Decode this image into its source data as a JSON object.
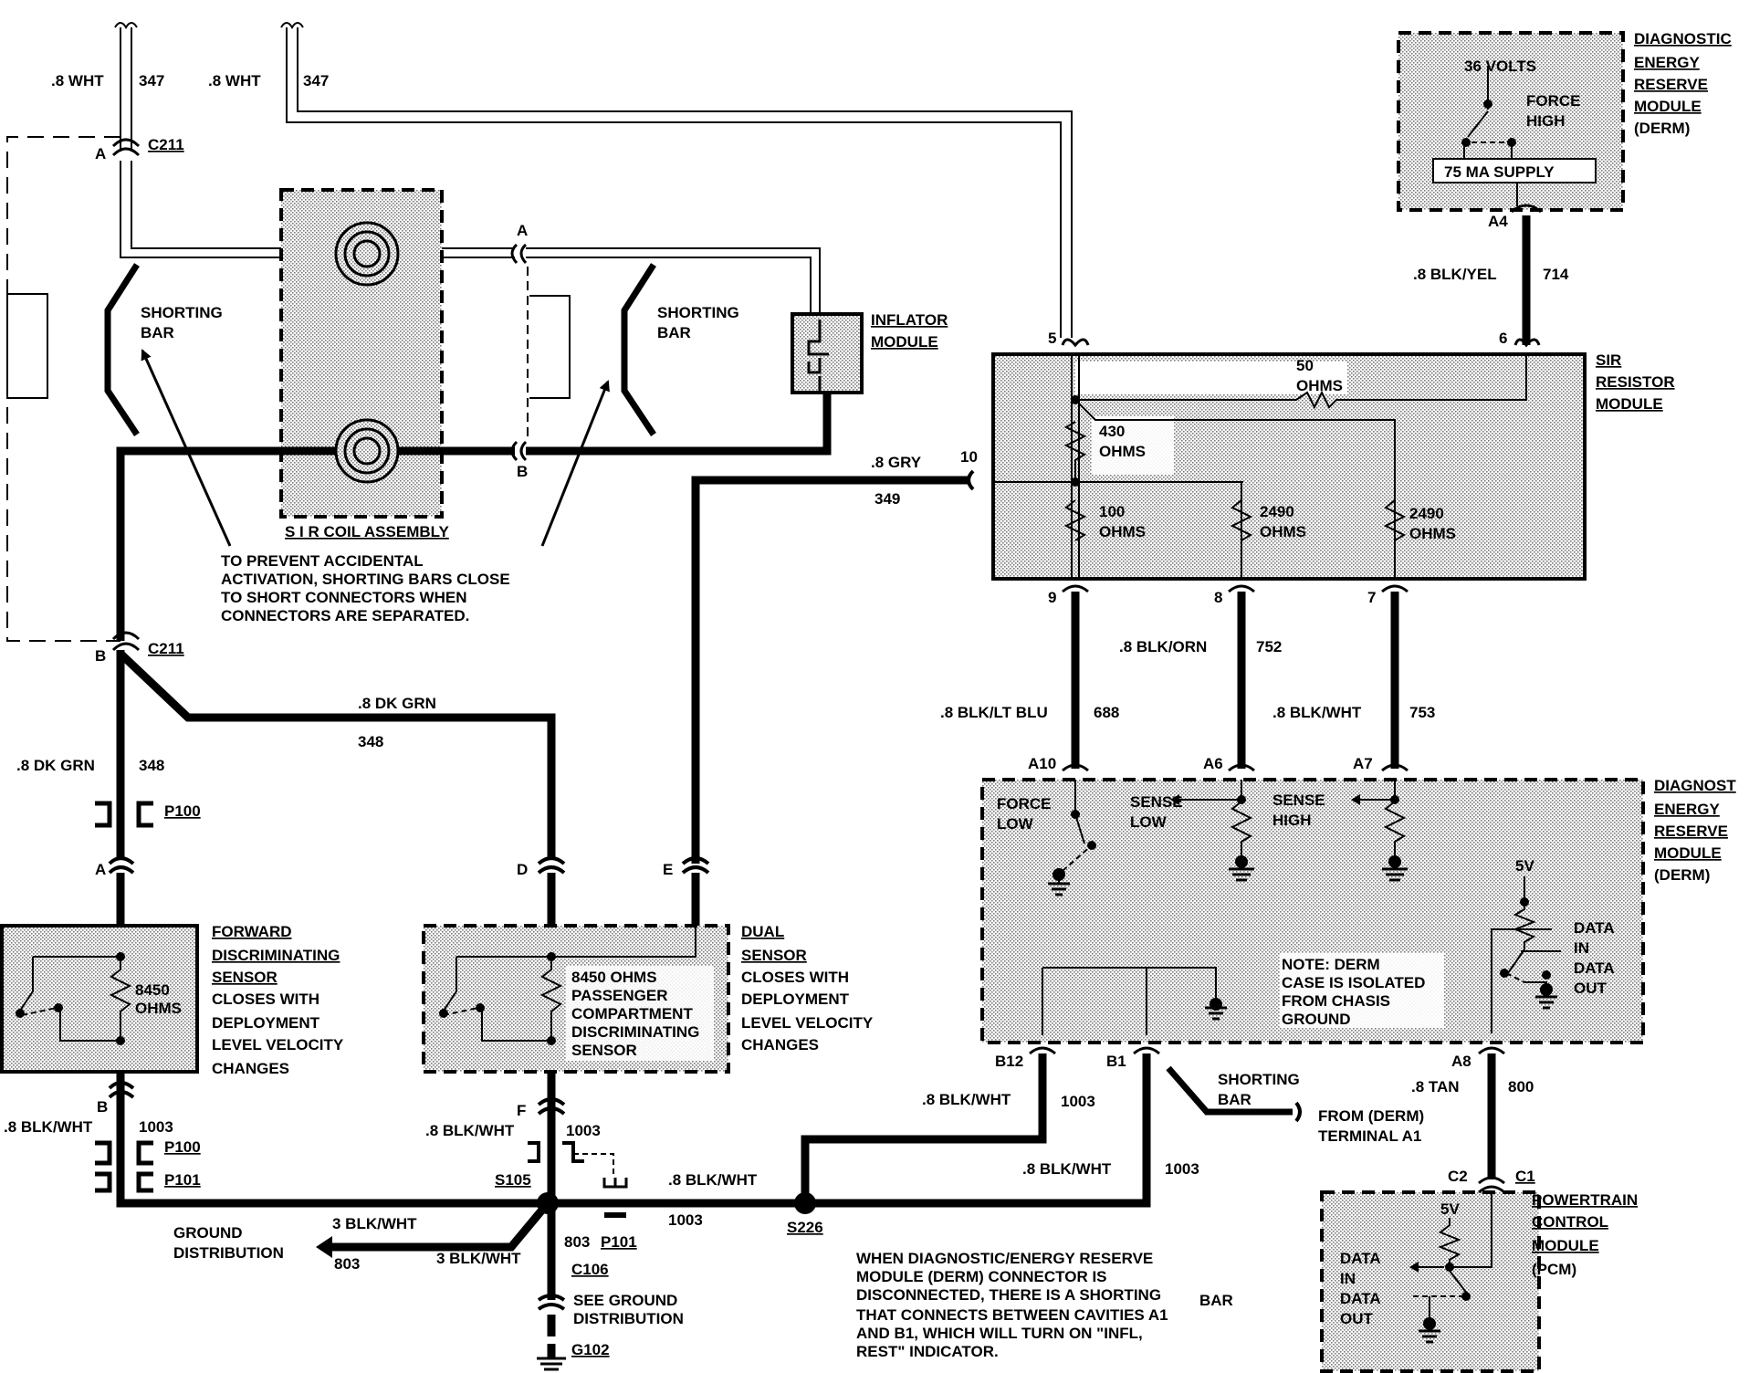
{
  "c211": {
    "id": "C211",
    "pin_a": "A",
    "pin_b": "B"
  },
  "wires": {
    "w347_left": {
      "gauge": ".8 WHT",
      "circuit": "347"
    },
    "w347_right": {
      "gauge": ".8 WHT",
      "circuit": "347"
    },
    "dk_grn_vert": {
      "gauge": ".8 DK GRN",
      "circuit": "348"
    },
    "dk_grn_horiz": {
      "gauge": ".8 DK GRN",
      "circuit": "348"
    },
    "gry": {
      "gauge": ".8 GRY",
      "circuit": "349",
      "pin": "10"
    },
    "blk_yel": {
      "gauge": ".8 BLK/YEL",
      "circuit": "714"
    },
    "blk_lt_blu": {
      "gauge": ".8 BLK/LT BLU",
      "circuit": "688"
    },
    "blk_orn": {
      "gauge": ".8 BLK/ORN",
      "circuit": "752"
    },
    "blk_wht_753": {
      "gauge": ".8 BLK/WHT",
      "circuit": "753"
    },
    "blk_wht_left": {
      "gauge": ".8 BLK/WHT",
      "circuit": "1003"
    },
    "blk_wht_mid": {
      "gauge": ".8 BLK/WHT",
      "circuit": "1003"
    },
    "blk_wht_bus": {
      "gauge": ".8 BLK/WHT",
      "circuit": "1003"
    },
    "blk_wht_b12": {
      "gauge": ".8 BLK/WHT",
      "circuit": "1003"
    },
    "blk_wht_b1": {
      "gauge": ".8 BLK/WHT",
      "circuit": "1003"
    },
    "ground_3a": {
      "gauge": "3 BLK/WHT",
      "circuit": "803"
    },
    "ground_3b": {
      "gauge": "3 BLK/WHT",
      "circuit": "803"
    },
    "tan": {
      "gauge": ".8 TAN",
      "circuit": "800"
    }
  },
  "sir_coil": {
    "label": "S I R COIL ASSEMBLY",
    "pin_a": "A",
    "pin_b": "B"
  },
  "shorting_bar_left": {
    "line1": "SHORTING",
    "line2": "BAR"
  },
  "shorting_bar_right": {
    "line1": "SHORTING",
    "line2": "BAR"
  },
  "inflator": {
    "line1": "INFLATOR",
    "line2": "MODULE"
  },
  "note_shorting": {
    "line1": "TO PREVENT ACCIDENTAL",
    "line2": "ACTIVATION, SHORTING BARS CLOSE",
    "line3": "TO SHORT CONNECTORS WHEN",
    "line4": "CONNECTORS ARE SEPARATED."
  },
  "derm_top": {
    "line1": "DIAGNOSTIC",
    "line2": "ENERGY",
    "line3": "RESERVE",
    "line4": "MODULE",
    "line5": "(DERM)",
    "volts": "36 VOLTS",
    "force1": "FORCE",
    "force2": "HIGH",
    "supply": "75 MA SUPPLY",
    "pin": "A4"
  },
  "sir_resistor": {
    "line1": "SIR",
    "line2": "RESISTOR",
    "line3": "MODULE",
    "r50a": "50",
    "r50b": "OHMS",
    "r430a": "430",
    "r430b": "OHMS",
    "r100a": "100",
    "r100b": "OHMS",
    "r2490a_1": "2490",
    "r2490b_1": "OHMS",
    "r2490a_2": "2490",
    "r2490b_2": "OHMS",
    "pin5": "5",
    "pin6": "6",
    "pin9": "9",
    "pin8": "8",
    "pin7": "7"
  },
  "derm_main": {
    "line1": "DIAGNOST",
    "line2": "ENERGY",
    "line3": "RESERVE",
    "line4": "MODULE",
    "line5": "(DERM)",
    "pin_a10": "A10",
    "pin_a6": "A6",
    "pin_a7": "A7",
    "force1": "FORCE",
    "force2": "LOW",
    "sl1": "SENSE",
    "sl2": "LOW",
    "sh1": "SENSE",
    "sh2": "HIGH",
    "v5": "5V",
    "d1": "DATA",
    "d2": "IN",
    "d3": "DATA",
    "d4": "OUT",
    "note1": "NOTE: DERM",
    "note2": "CASE IS ISOLATED",
    "note3": "FROM CHASIS",
    "note4": "GROUND",
    "pin_b12": "B12",
    "pin_b1": "B1",
    "pin_a8": "A8"
  },
  "shorting_bar_derm": {
    "line1": "SHORTING",
    "line2": "BAR",
    "from1": "FROM (DERM)",
    "from2": "TERMINAL A1"
  },
  "fwd_sensor": {
    "line1": "FORWARD",
    "line2": "DISCRIMINATING",
    "line3": "SENSOR",
    "line4": "CLOSES WITH",
    "line5": "DEPLOYMENT",
    "line6": "LEVEL VELOCITY",
    "line7": "CHANGES",
    "ohms1": "8450",
    "ohms2": "OHMS",
    "pin_a": "A",
    "pin_b": "B"
  },
  "pass_sensor": {
    "l1": "8450 OHMS",
    "l2": "PASSENGER",
    "l3": "COMPARTMENT",
    "l4": "DISCRIMINATING",
    "l5": "SENSOR",
    "pin_d": "D",
    "pin_e": "E",
    "pin_f": "F"
  },
  "dual_sensor": {
    "line1": "DUAL",
    "line2": "SENSOR",
    "line3": "CLOSES WITH",
    "line4": "DEPLOYMENT",
    "line5": "LEVEL VELOCITY",
    "line6": "CHANGES"
  },
  "connectors": {
    "p100": "P100",
    "p101": "P101",
    "s105": "S105",
    "s226": "S226",
    "c106": "C106",
    "g102": "G102"
  },
  "ground": {
    "line1": "GROUND",
    "line2": "DISTRIBUTION",
    "see1": "SEE GROUND",
    "see2": "DISTRIBUTION"
  },
  "pcm": {
    "line1": "POWERTRAIN",
    "line2": "CONTROL",
    "line3": "MODULE",
    "line4": "(PCM)",
    "v5": "5V",
    "d1": "DATA",
    "d2": "IN",
    "d3": "DATA",
    "d4": "OUT",
    "c2": "C2",
    "c1": "C1"
  },
  "derm_note": {
    "line1": "WHEN DIAGNOSTIC/ENERGY RESERVE",
    "line2": "MODULE (DERM) CONNECTOR IS",
    "line3": "DISCONNECTED, THERE IS A SHORTING",
    "line3b": "BAR",
    "line4": "THAT CONNECTS BETWEEN CAVITIES A1",
    "line5": "AND B1, WHICH WILL TURN ON \"INFL,",
    "line6": "REST\" INDICATOR."
  }
}
